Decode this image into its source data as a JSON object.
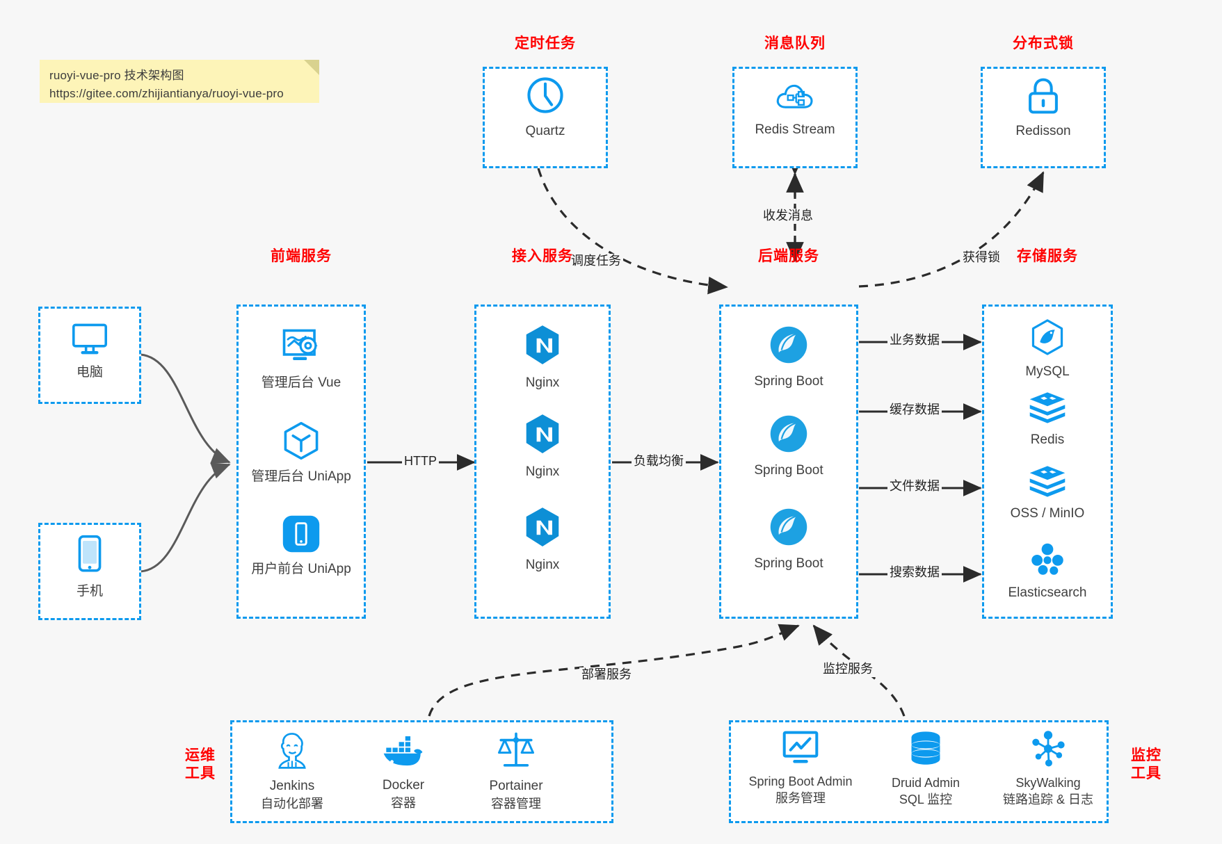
{
  "note": {
    "line1": "ruoyi-vue-pro 技术架构图",
    "line2": "https://gitee.com/zhijiantianya/ruoyi-vue-pro"
  },
  "colors": {
    "accent_blue": "#0d9aee",
    "header_red": "#ff0000",
    "arrow_dark": "#2b2b2b",
    "note_yellow": "#fdf4b8",
    "canvas": "#f7f7f7"
  },
  "groups": {
    "scheduled_task": {
      "title": "定时任务"
    },
    "message_queue": {
      "title": "消息队列"
    },
    "distributed_lock": {
      "title": "分布式锁"
    },
    "frontend": {
      "title": "前端服务"
    },
    "gateway": {
      "title": "接入服务"
    },
    "backend": {
      "title": "后端服务"
    },
    "storage": {
      "title": "存储服务"
    },
    "ops_tools": {
      "title_line1": "运维",
      "title_line2": "工具"
    },
    "monitor_tools": {
      "title_line1": "监控",
      "title_line2": "工具"
    }
  },
  "nodes": {
    "quartz": {
      "label": "Quartz",
      "icon": "clock-icon"
    },
    "redis_stream": {
      "label": "Redis Stream",
      "icon": "cloud-node-icon"
    },
    "redisson": {
      "label": "Redisson",
      "icon": "lock-icon"
    },
    "pc": {
      "label": "电脑",
      "icon": "desktop-icon"
    },
    "phone": {
      "label": "手机",
      "icon": "mobile-icon"
    },
    "admin_vue": {
      "label": "管理后台 Vue",
      "icon": "dashboard-gear-icon"
    },
    "admin_uniapp": {
      "label": "管理后台 UniApp",
      "icon": "cube-icon"
    },
    "user_uniapp": {
      "label": "用户前台 UniApp",
      "icon": "phone-app-icon"
    },
    "nginx1": {
      "label": "Nginx",
      "icon": "nginx-icon"
    },
    "nginx2": {
      "label": "Nginx",
      "icon": "nginx-icon"
    },
    "nginx3": {
      "label": "Nginx",
      "icon": "nginx-icon"
    },
    "springboot1": {
      "label": "Spring Boot",
      "icon": "spring-icon"
    },
    "springboot2": {
      "label": "Spring Boot",
      "icon": "spring-icon"
    },
    "springboot3": {
      "label": "Spring Boot",
      "icon": "spring-icon"
    },
    "mysql": {
      "label": "MySQL",
      "icon": "mysql-icon"
    },
    "redis": {
      "label": "Redis",
      "icon": "redis-icon"
    },
    "oss": {
      "label": "OSS / MinIO",
      "icon": "oss-icon"
    },
    "elasticsearch": {
      "label": "Elasticsearch",
      "icon": "elasticsearch-icon"
    },
    "jenkins": {
      "label": "Jenkins",
      "sub": "自动化部署",
      "icon": "jenkins-icon"
    },
    "docker": {
      "label": "Docker",
      "sub": "容器",
      "icon": "docker-icon"
    },
    "portainer": {
      "label": "Portainer",
      "sub": "容器管理",
      "icon": "scales-icon"
    },
    "sba": {
      "label": "Spring Boot Admin",
      "sub": "服务管理",
      "icon": "monitor-chart-icon"
    },
    "druid": {
      "label": "Druid Admin",
      "sub": "SQL 监控",
      "icon": "database-icon"
    },
    "skywalking": {
      "label": "SkyWalking",
      "sub": "链路追踪 & 日志",
      "icon": "network-nodes-icon"
    }
  },
  "edges": {
    "schedule_task": "调度任务",
    "send_receive_msg": "收发消息",
    "acquire_lock": "获得锁",
    "http": "HTTP",
    "load_balance": "负载均衡",
    "business_data": "业务数据",
    "cache_data": "缓存数据",
    "file_data": "文件数据",
    "search_data": "搜索数据",
    "deploy_service": "部署服务",
    "monitor_service": "监控服务"
  }
}
